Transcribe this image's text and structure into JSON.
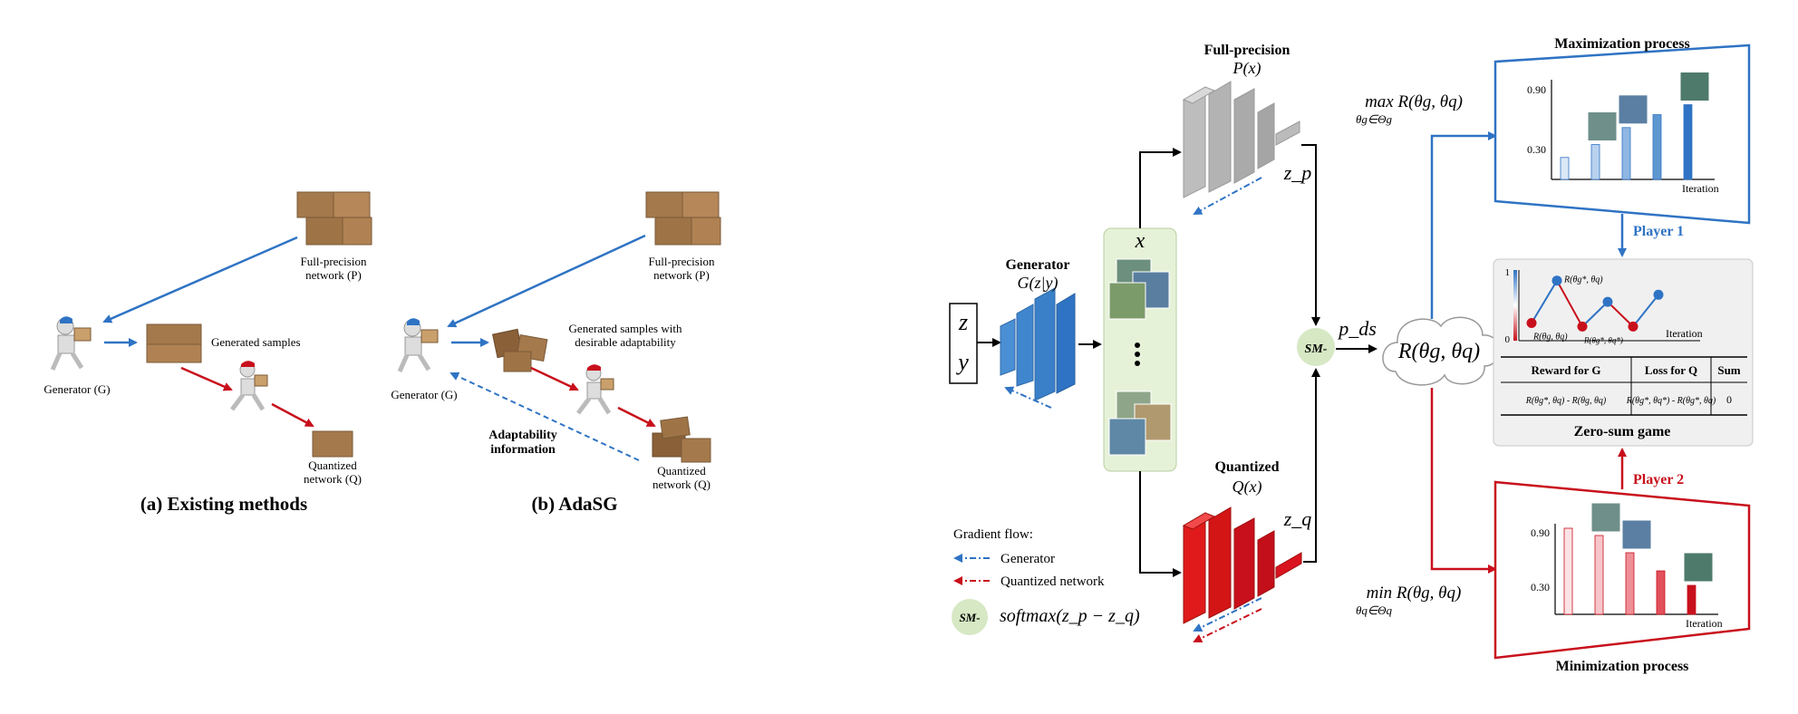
{
  "colors": {
    "blue": "#2f73c4",
    "red": "#c8101c",
    "box": "#a4794c",
    "panel_bg": "#f2f2f2",
    "cloud_bg": "#fff",
    "sm_green": "#d6e8c4",
    "player1": "#2f73c4",
    "player2": "#c8101c"
  },
  "left": {
    "a": {
      "full_precision": "Full-precision\nnetwork (P)",
      "generated": "Generated samples",
      "generator": "Generator (G)",
      "quantized": "Quantized\nnetwork (Q)",
      "caption": "(a) Existing methods"
    },
    "b": {
      "full_precision": "Full-precision\nnetwork (P)",
      "generated": "Generated samples with\ndesirable adaptability",
      "generator": "Generator (G)",
      "quantized": "Quantized\nnetwork (Q)",
      "adapt": "Adaptability\ninformation",
      "caption": "(b) AdaSG"
    }
  },
  "right": {
    "generator_title": "Generator",
    "generator_formula": "G(z|y)",
    "z_label": "z",
    "y_label": "y",
    "x_label": "x",
    "fp_title": "Full-precision",
    "fp_formula": "P(x)",
    "zp_label": "z_p",
    "q_title": "Quantized",
    "q_formula": "Q(x)",
    "zq_label": "z_q",
    "sm_label": "SM-",
    "pds_label": "p_ds",
    "r_label": "R(θg, θq)",
    "max_label": "max R(θg, θq)",
    "max_sub": "θg∈Θg",
    "min_label": "min R(θg, θq)",
    "min_sub": "θq∈Θq",
    "max_title": "Maximization process",
    "min_title": "Minimization process",
    "player1": "Player 1",
    "player2": "Player 2",
    "zero_sum": "Zero-sum game",
    "table_headers": [
      "Reward for G",
      "Loss for Q",
      "Sum"
    ],
    "table_row": [
      "R(θg*, θq) - R(θg, θq)",
      "R(θg*, θq*) - R(θg*, θq)",
      "0"
    ],
    "game_y_top": "1",
    "game_y_bottom": "0",
    "game_iteration": "Iteration",
    "game_labels": [
      "R(θg*, θq)",
      "R(θg, θq)",
      "R(θg*, θq*)"
    ],
    "max_ticks": [
      "0.90",
      "0.30"
    ],
    "min_ticks": [
      "0.90",
      "0.30"
    ],
    "max_iteration": "Iteration",
    "min_iteration": "Iteration",
    "legend_title": "Gradient flow:",
    "legend_generator": "Generator",
    "legend_quantized": "Quantized network",
    "legend_sm": "softmax(z_p − z_q)"
  },
  "chart_data": [
    {
      "type": "bar",
      "title": "Maximization process",
      "xlabel": "Iteration",
      "ylabel": "",
      "values": [
        0.22,
        0.35,
        0.52,
        0.65,
        0.75
      ],
      "ylim": [
        0,
        1
      ],
      "yticks": [
        0.3,
        0.9
      ]
    },
    {
      "type": "bar",
      "title": "Minimization process",
      "xlabel": "Iteration",
      "ylabel": "",
      "values": [
        0.95,
        0.87,
        0.68,
        0.48,
        0.32
      ],
      "ylim": [
        0,
        1
      ],
      "yticks": [
        0.3,
        0.9
      ]
    },
    {
      "type": "line",
      "title": "Zero-sum game",
      "xlabel": "Iteration",
      "ylabel": "",
      "values": [
        0.25,
        0.85,
        0.2,
        0.55,
        0.2,
        0.65
      ],
      "ylim": [
        0,
        1
      ],
      "yticks": [
        0,
        1
      ]
    }
  ]
}
